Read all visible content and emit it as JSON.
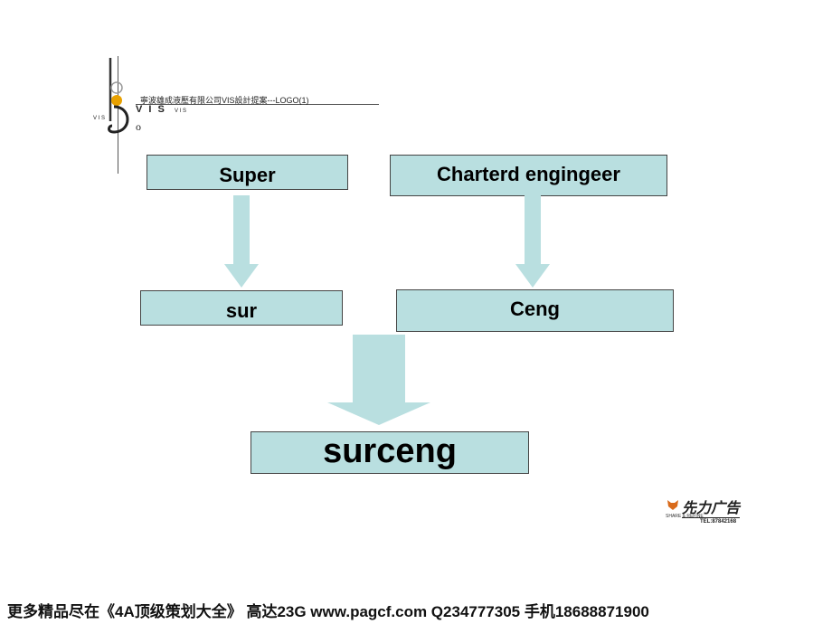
{
  "header": {
    "company_text": "寧波雄成液壓有限公司VIS設計提案---LOGO(1)",
    "logo_mark_text": "V I S",
    "logo_small_left": "V I S",
    "logo_small_right": "V I S"
  },
  "diagram": {
    "box_super": "Super",
    "box_chartered": "Charterd engingeer",
    "box_sur": "sur",
    "box_ceng": "Ceng",
    "box_result": "surceng"
  },
  "badge": {
    "brand": "先力广告",
    "sub": "SHARE & REFINE",
    "tel": "TEL:87842168"
  },
  "footer": {
    "text": "更多精品尽在《4A顶级策划大全》 高达23G   www.pagcf.com    Q234777305   手机18688871900"
  },
  "colors": {
    "box_fill": "#b9dfe0",
    "arrow_fill": "#b9dfe0",
    "logo_accent": "#e8a100"
  }
}
